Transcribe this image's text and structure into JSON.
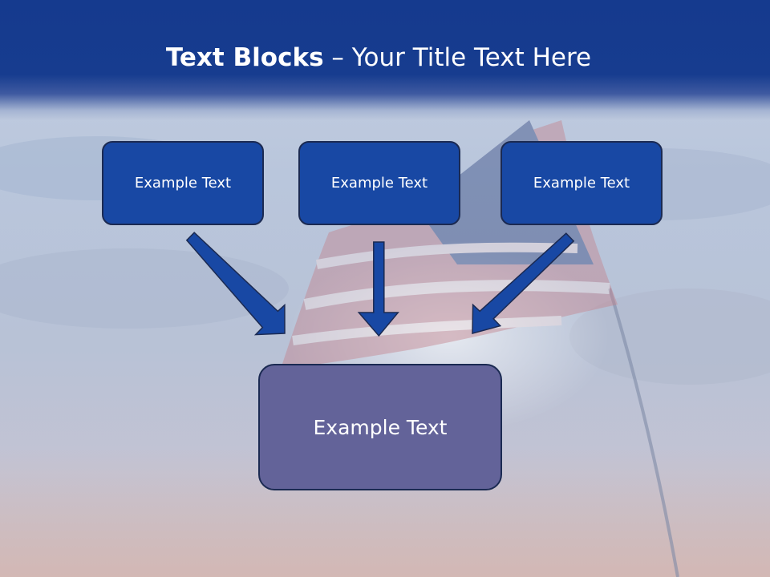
{
  "title": {
    "bold": "Text Blocks",
    "rest": " – Your Title Text Here"
  },
  "blocks": [
    {
      "label": "Example Text"
    },
    {
      "label": "Example Text"
    },
    {
      "label": "Example Text"
    }
  ],
  "target": {
    "label": "Example Text"
  },
  "colors": {
    "header": "#153a8e",
    "block": "#1848a4",
    "target": "#636399",
    "arrow": "#1848a4",
    "outline": "#1b2a52"
  }
}
